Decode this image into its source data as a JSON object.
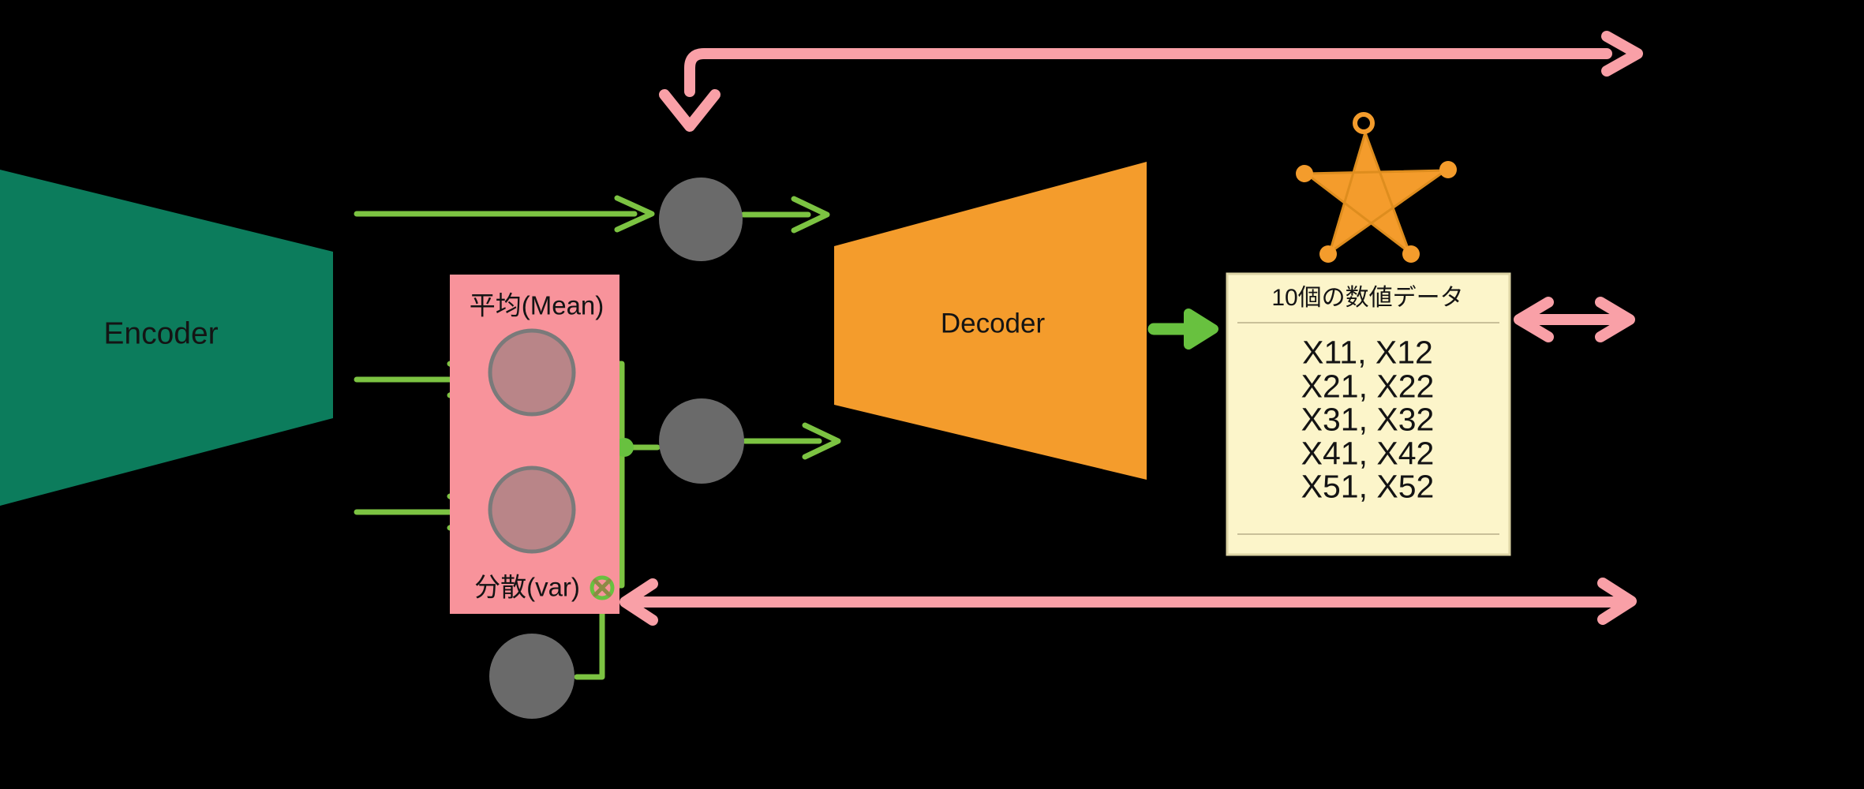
{
  "encoder": {
    "label": "Encoder"
  },
  "decoder": {
    "label": "Decoder"
  },
  "latent_params": {
    "mean_label": "平均(Mean)",
    "variance_label": "分散(var)"
  },
  "output_box": {
    "title": "10個の数値データ",
    "rows": [
      "X11, X12",
      "X21, X22",
      "X31, X32",
      "X41, X42",
      "X51, X52"
    ]
  },
  "icons": {
    "star_badge": "sheriff-star-badge",
    "multiply_node": "circled-x-multiply",
    "junction": "green-junction-dot"
  },
  "colors": {
    "background": "#000000",
    "encoder_green": "#0C7C5C",
    "decoder_orange": "#F49C2C",
    "star_outline_orange": "#DE8D1E",
    "arrow_pink": "#F9A0A7",
    "param_box_pink": "#F8939B",
    "param_node_mauve": "#B98588",
    "node_stroke_gray": "#7A7A7A",
    "latent_node_gray": "#6A6A6A",
    "arrow_green": "#7CC342",
    "bold_arrow_green": "#68C13F",
    "hop_green_light": "#A9D87F",
    "multiply_x_olive": "#8D8A45",
    "output_box_yellow": "#FCF5CA",
    "output_box_border": "#DCD3A4",
    "divider_tan": "#C9C099",
    "text_black": "#141414"
  }
}
